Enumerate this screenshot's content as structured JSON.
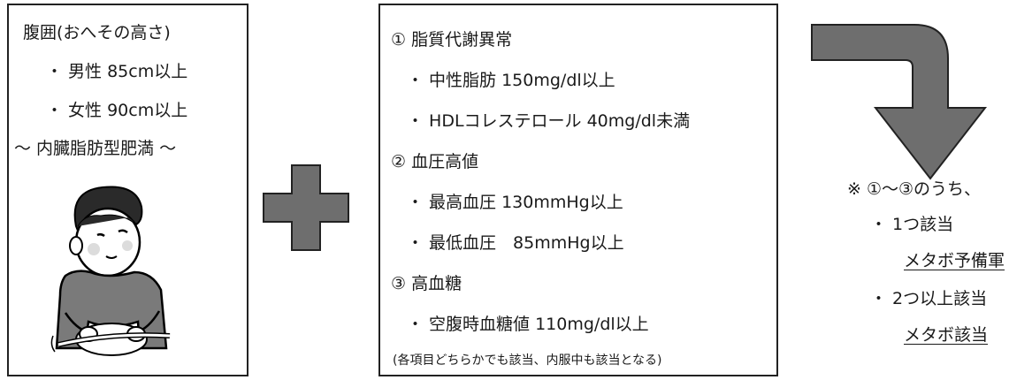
{
  "waist": {
    "title": "腹囲(おへその高さ)",
    "male": "・ 男性 85cm以上",
    "female": "・ 女性 90cm以上",
    "type": "～ 内臓脂肪型肥満 ～"
  },
  "criteria": {
    "lipid_title": "① 脂質代謝異常",
    "lipid_1": "・ 中性脂肪 150mg/dl以上",
    "lipid_2": "・ HDLコレステロール 40mg/dl未満",
    "bp_title": "② 血圧高値",
    "bp_1": "・ 最高血圧 130mmHg以上",
    "bp_2": "・ 最低血圧　85mmHg以上",
    "glucose_title": "③ 高血糖",
    "glucose_1": "・ 空腹時血糖値 110mg/dl以上",
    "note": "(各項目どちらかでも該当、内服中も該当となる)"
  },
  "result": {
    "intro": "※ ①～③のうち、",
    "one": "・ 1つ該当",
    "one_label": "メタボ予備軍",
    "two": "・ 2つ以上該当",
    "two_label": "メタボ該当"
  },
  "colors": {
    "shape_fill": "#6e6e6e",
    "border": "#222222"
  },
  "icons": {
    "plus": "plus-icon",
    "arrow": "curved-arrow-down-icon",
    "person": "person-measuring-waist-icon"
  }
}
